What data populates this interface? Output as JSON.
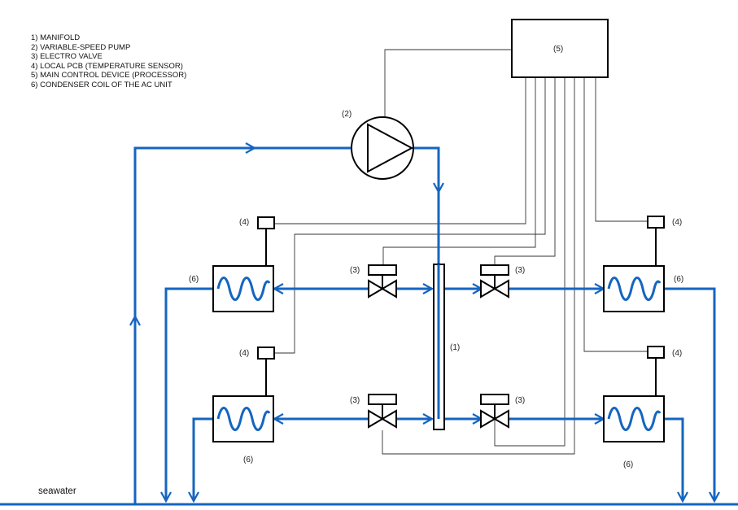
{
  "legend": [
    "1) MANIFOLD",
    "2) VARIABLE-SPEED PUMP",
    "3) ELECTRO VALVE",
    "4) LOCAL PCB (TEMPERATURE SENSOR)",
    "5) MAIN CONTROL DEVICE (PROCESSOR)",
    "6) CONDENSER COIL OF THE AC UNIT"
  ],
  "labels": {
    "manifold": "(1)",
    "pump": "(2)",
    "valve": "(3)",
    "pcb": "(4)",
    "controller": "(5)",
    "coil": "(6)",
    "seawater": "seawater"
  },
  "colors": {
    "water_pipe": "#1565c0",
    "signal_wire": "#333333",
    "component_outline": "#000000"
  }
}
